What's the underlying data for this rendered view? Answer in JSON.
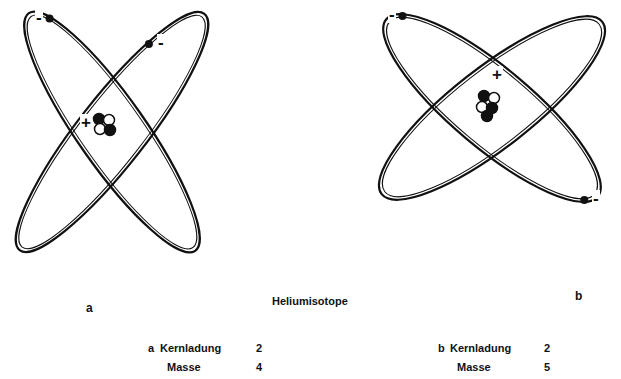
{
  "diagram": {
    "title": "Heliumisotope",
    "labels": [
      "-",
      "+",
      "-",
      "a",
      "-",
      "+",
      "-",
      "b",
      "a",
      "Kernladung",
      "2",
      "Masse",
      "4",
      "b",
      "Kernladung",
      "2",
      "Masse",
      "5"
    ]
  }
}
